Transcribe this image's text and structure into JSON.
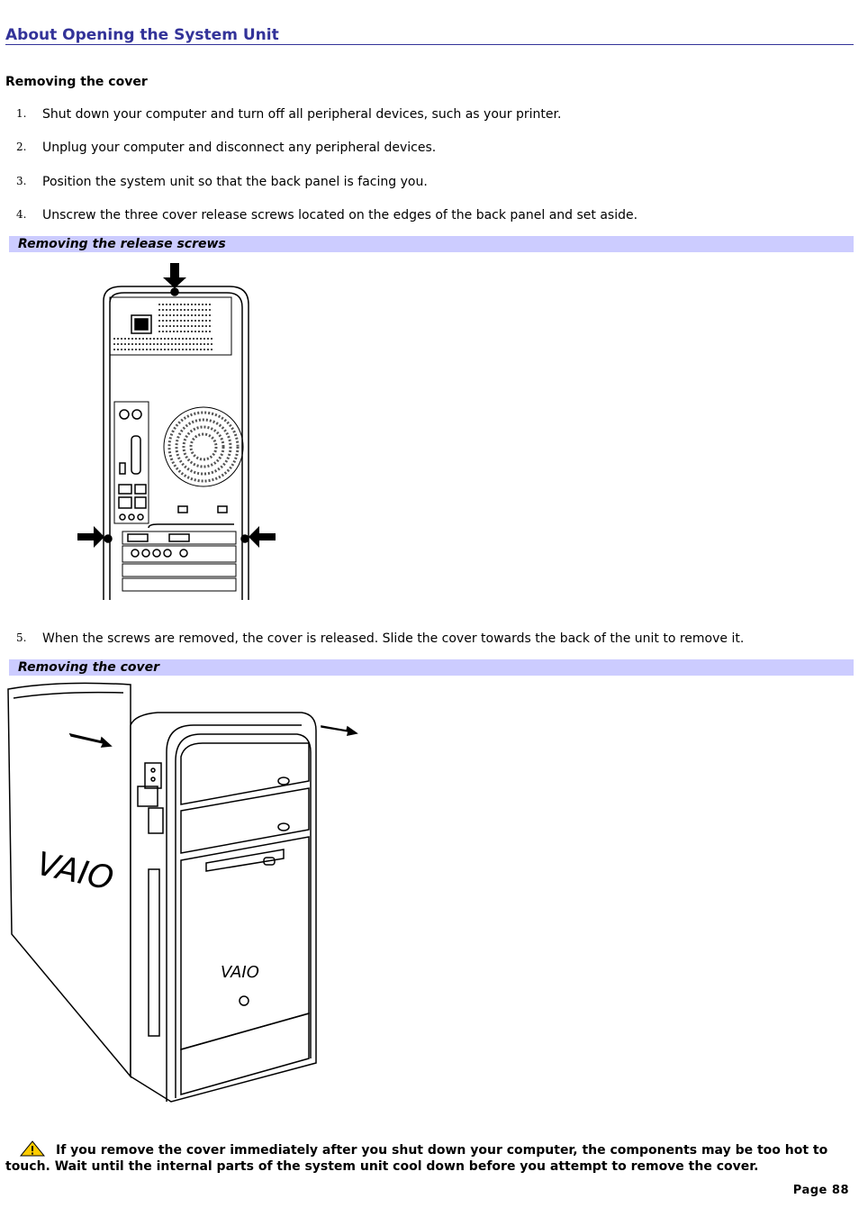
{
  "page_title": "About Opening the System Unit",
  "section_heading": "Removing the cover",
  "steps": [
    {
      "num": "1.",
      "text": "Shut down your computer and turn off all peripheral devices, such as your printer."
    },
    {
      "num": "2.",
      "text": "Unplug your computer and disconnect any peripheral devices."
    },
    {
      "num": "3.",
      "text": "Position the system unit so that the back panel is facing you."
    },
    {
      "num": "4.",
      "text": "Unscrew the three cover release screws located on the edges of the back panel and set aside."
    },
    {
      "num": "5.",
      "text": "When the screws are removed, the cover is released. Slide the cover towards the back of the unit to remove it."
    }
  ],
  "figures": [
    {
      "caption": "Removing the release screws",
      "icon": "back-panel-illustration"
    },
    {
      "caption": "Removing the cover",
      "icon": "tower-cover-illustration",
      "logo_text": "VAIO"
    }
  ],
  "warning": {
    "icon": "warning-triangle-icon",
    "text": "If you remove the cover immediately after you shut down your computer, the components may be too hot to touch. Wait until the internal parts of the system unit cool down before you attempt to remove the cover."
  },
  "footer": {
    "page_label": "Page 88"
  }
}
